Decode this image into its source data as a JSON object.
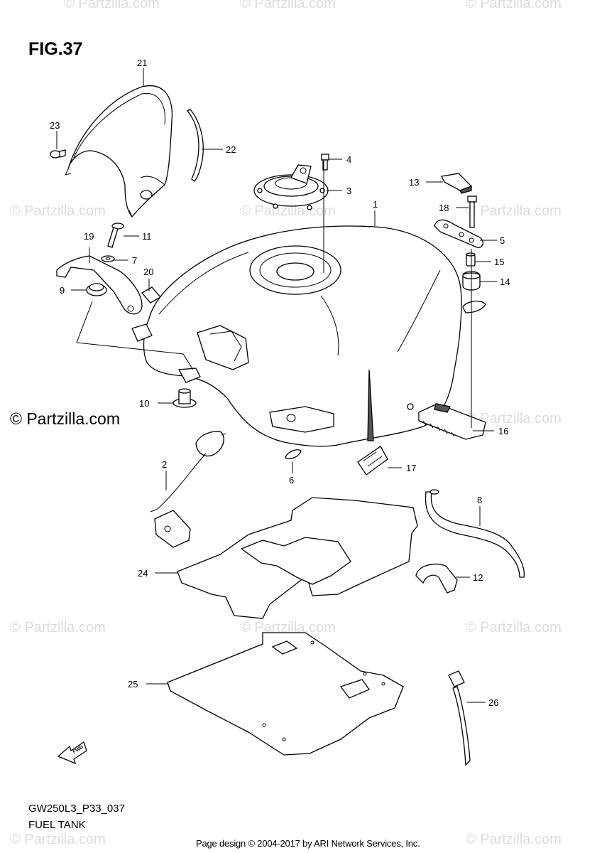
{
  "figure": {
    "title": "FIG.37",
    "code": "GW250L3_P33_037",
    "name": "FUEL TANK",
    "fwd_arrow_label": "FWD"
  },
  "branding": {
    "main_watermark": "© Partzilla.com",
    "faint_watermark": "© Partzilla.com",
    "credit": "Page design © 2004-2017 by ARI Network Services, Inc."
  },
  "parts": {
    "p1": "1",
    "p2": "2",
    "p3": "3",
    "p4": "4",
    "p5": "5",
    "p6": "6",
    "p7": "7",
    "p8": "8",
    "p9": "9",
    "p10": "10",
    "p11": "11",
    "p12": "12",
    "p13": "13",
    "p14": "14",
    "p15": "15",
    "p16": "16",
    "p17": "17",
    "p18": "18",
    "p19": "19",
    "p20": "20",
    "p21": "21",
    "p22": "22",
    "p23": "23",
    "p24": "24",
    "p25": "25",
    "p26": "26"
  }
}
